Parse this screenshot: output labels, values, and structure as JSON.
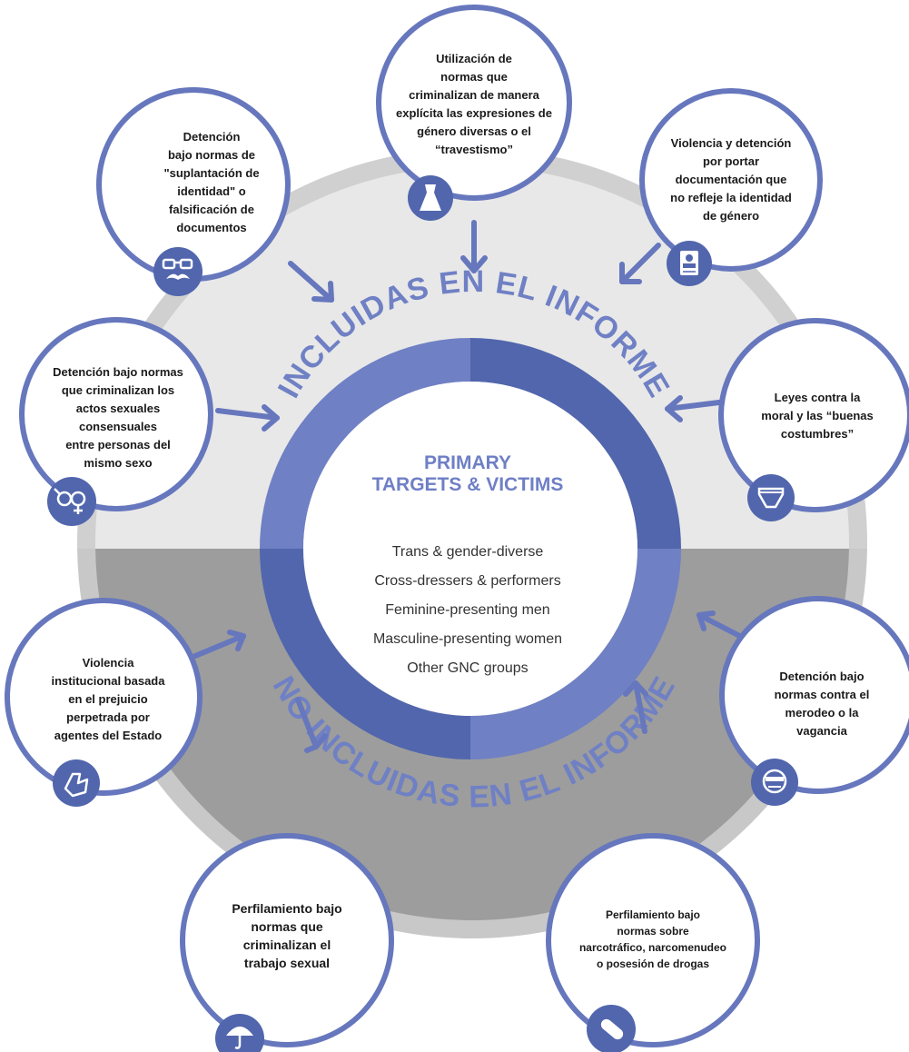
{
  "colors": {
    "ring_outer_top": "#d0d0d0",
    "ring_inner_top": "#e8e8e8",
    "ring_outer_bottom": "#c8c8c8",
    "ring_inner_bottom": "#9d9d9d",
    "donut_light": "#6f80c4",
    "donut_dark": "#5166ad",
    "bubble_stroke": "#6677bd",
    "title_color": "#6f7fc6"
  },
  "arc_labels": {
    "top": "INCLUIDAS EN EL INFORME",
    "bottom": "NO INCLUIDAS EN EL INFORME"
  },
  "center": {
    "title": "PRIMARY\nTARGETS & VICTIMS",
    "groups": [
      "Trans & gender-diverse",
      "Cross-dressers & performers",
      "Feminine-presenting men",
      "Masculine-presenting women",
      "Other GNC groups"
    ]
  },
  "bubbles": [
    {
      "id": "travestismo",
      "text": "Utilización de\nnormas que\ncriminalizan de manera\nexplícita las expresiones de\ngénero diversas o el\n“travestismo”",
      "icon": "dress-icon"
    },
    {
      "id": "suplantacion",
      "text": "Detención\nbajo normas de\n\"suplantación de\nidentidad\" o\nfalsificación de\ndocumentos",
      "icon": "glasses-mustache-icon"
    },
    {
      "id": "documentacion",
      "text": "Violencia y detención\npor portar\ndocumentación que\nno refleje la identidad\nde género",
      "icon": "id-card-icon"
    },
    {
      "id": "actos-sexuales",
      "text": "Detención bajo normas\nque criminalizan los\nactos sexuales\nconsensuales\nentre personas del\nmismo sexo",
      "icon": "gender-symbols-icon"
    },
    {
      "id": "moral",
      "text": "Leyes contra la\nmoral y las “buenas\ncostumbres”",
      "icon": "underwear-icon"
    },
    {
      "id": "institucional",
      "text": "Violencia\ninstitucional basada\nen el prejuicio\nperpetrada por\nagentes del Estado",
      "icon": "hands-icon"
    },
    {
      "id": "merodeo",
      "text": "Detención bajo\nnormas contra el\nmerodeo o la\nvagancia",
      "icon": "masked-face-icon"
    },
    {
      "id": "trabajo-sexual",
      "text": "Perfilamiento bajo\nnormas que\ncriminalizan el\ntrabajo sexual",
      "icon": "umbrella-icon"
    },
    {
      "id": "drogas",
      "text": "Perfilamiento bajo\nnormas sobre\nnarcotráfico, narcomenudeo\no posesión de drogas",
      "icon": "pill-icon"
    }
  ]
}
